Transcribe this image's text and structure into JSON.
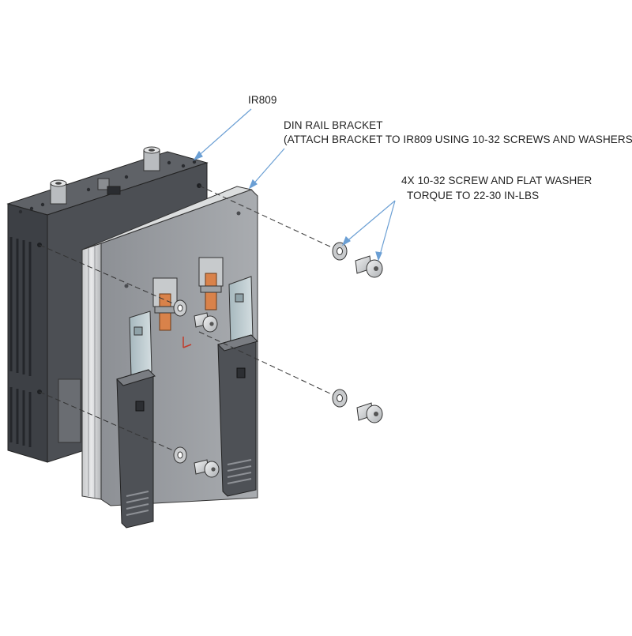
{
  "callouts": {
    "device": "IR809",
    "bracket_title": "DIN RAIL BRACKET",
    "bracket_note": "(ATTACH BRACKET TO IR809 USING  10-32 SCREWS AND WASHERS)",
    "screw_spec": "4X 10-32 SCREW AND FLAT WASHER",
    "torque_spec": "TORQUE TO 22-30 IN-LBS"
  },
  "colors": {
    "leader_line": "#6b9fd4",
    "device_body": "#4a4d52",
    "device_dark": "#2e3034",
    "bracket_plate": "#9a9da2",
    "rail_clip": "#b9c7cc",
    "latch_orange": "#d9824a",
    "hardware": "#d7d9db"
  }
}
